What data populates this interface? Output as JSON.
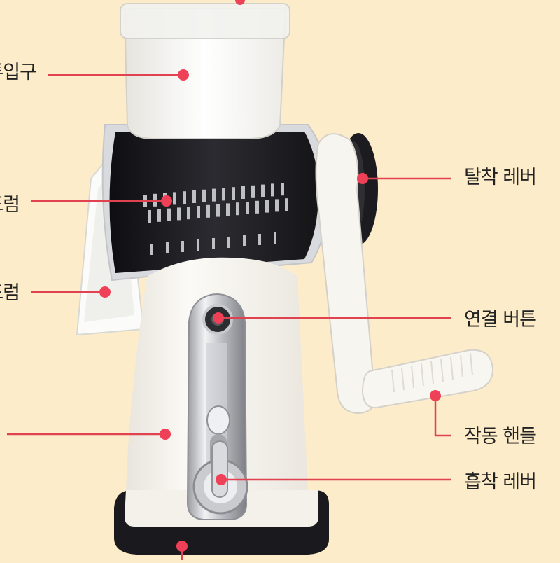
{
  "labels": {
    "inlet": "투입구",
    "drum_upper": "드럼",
    "drum_lower": "드럼",
    "detach_lever": "탈착 레버",
    "connect_button": "연결 버튼",
    "operating_handle": "작동 핸들",
    "suction_lever": "흡착 레버"
  },
  "colors": {
    "background": "#fdecc9",
    "callout_line": "#e0434f",
    "callout_dot": "#ee4057",
    "body_white": "#f7f4ee",
    "drum_black": "#1f1f24",
    "base_black": "#1a1a1e"
  }
}
